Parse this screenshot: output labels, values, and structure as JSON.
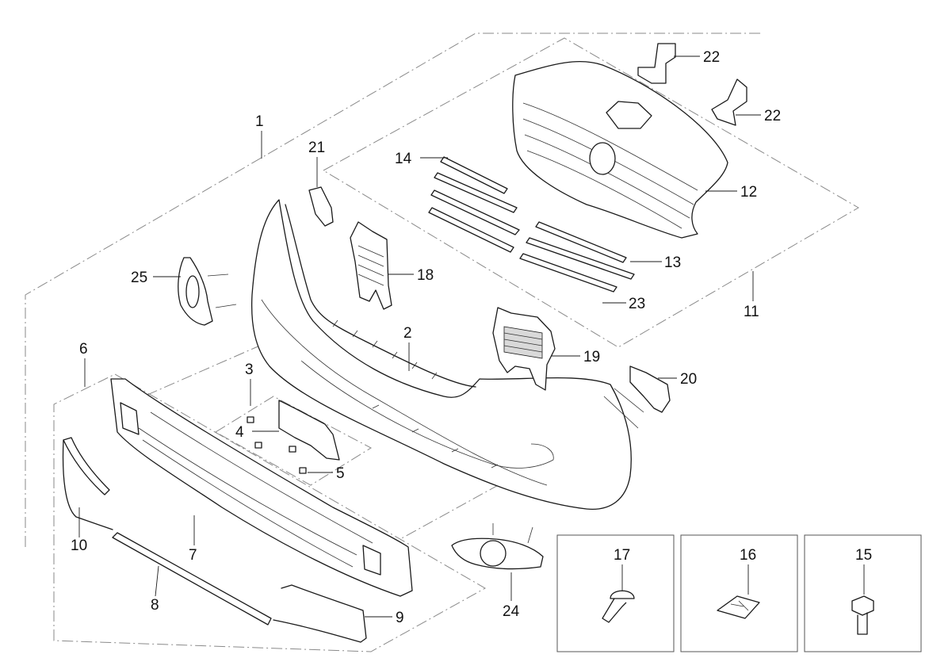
{
  "callouts": {
    "p1": "1",
    "p2": "2",
    "p3": "3",
    "p4": "4",
    "p5": "5",
    "p6": "6",
    "p7": "7",
    "p8": "8",
    "p9": "9",
    "p10": "10",
    "p11": "11",
    "p12": "12",
    "p13": "13",
    "p14": "14",
    "p15": "15",
    "p16": "16",
    "p17": "17",
    "p18": "18",
    "p19": "19",
    "p20": "20",
    "p21": "21",
    "p22a": "22",
    "p22b": "22",
    "p23": "23",
    "p24": "24",
    "p25": "25"
  },
  "colors": {
    "line": "#1a1a1a",
    "dashed_group": "#8a8a8a",
    "background": "#ffffff"
  }
}
